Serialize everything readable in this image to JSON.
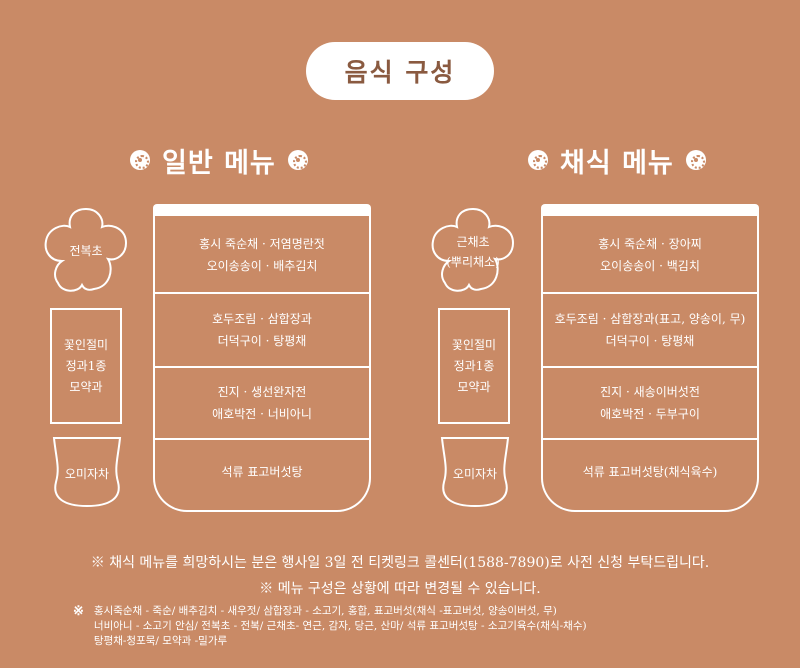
{
  "header": {
    "title": "음식 구성"
  },
  "regular": {
    "title": "일반 메뉴",
    "flower_label": "전복초",
    "box_label": [
      "꽃인절미",
      "정과1종",
      "모약과"
    ],
    "cup_label": "오미자차",
    "sections": [
      {
        "line1": "홍시 죽순채 · 저염명란젓",
        "line2": "오이송송이 · 배추김치"
      },
      {
        "line1": "호두조림 · 삼합장과",
        "line2": "더덕구이 · 탕평채"
      },
      {
        "line1": "진지 · 생선완자전",
        "line2": "애호박전 · 너비아니"
      },
      {
        "line1": "석류 표고버섯탕",
        "line2": ""
      }
    ]
  },
  "vegetarian": {
    "title": "채식 메뉴",
    "flower_label": [
      "근채초",
      "(뿌리채소)"
    ],
    "box_label": [
      "꽃인절미",
      "정과1종",
      "모약과"
    ],
    "cup_label": "오미자차",
    "sections": [
      {
        "line1": "홍시 죽순채 · 장아찌",
        "line2": "오이송송이 · 백김치"
      },
      {
        "line1": "호두조림 · 삼합장과(표고, 양송이, 무)",
        "line2": "더덕구이 · 탕평채"
      },
      {
        "line1": "진지 · 새송이버섯전",
        "line2": "애호박전 · 두부구이"
      },
      {
        "line1": "석류 표고버섯탕(채식육수)",
        "line2": ""
      }
    ]
  },
  "notes": {
    "line1": "※ 채식 메뉴를 희망하시는 분은 행사일 3일 전 티켓링크 콜센터(1588-7890)로 사전 신청 부탁드립니다.",
    "line2": "※ 메뉴 구성은 상황에 따라 변경될 수 있습니다.",
    "footnote_mark": "※",
    "footnote_lines": [
      "홍시죽순채 - 죽순/ 배추김치 - 새우젓/ 삼합장과 - 소고기, 홍합, 표고버섯(채식 -표고버섯, 양송이버섯, 무)",
      "너비아니 - 소고기 안심/ 전복초 - 전복/ 근채초- 연근, 감자, 당근, 산마/ 석류 표고버섯탕 - 소고기육수(채식-채수)",
      "탕평채-청포묵/ 모약과 -밀가루"
    ]
  }
}
